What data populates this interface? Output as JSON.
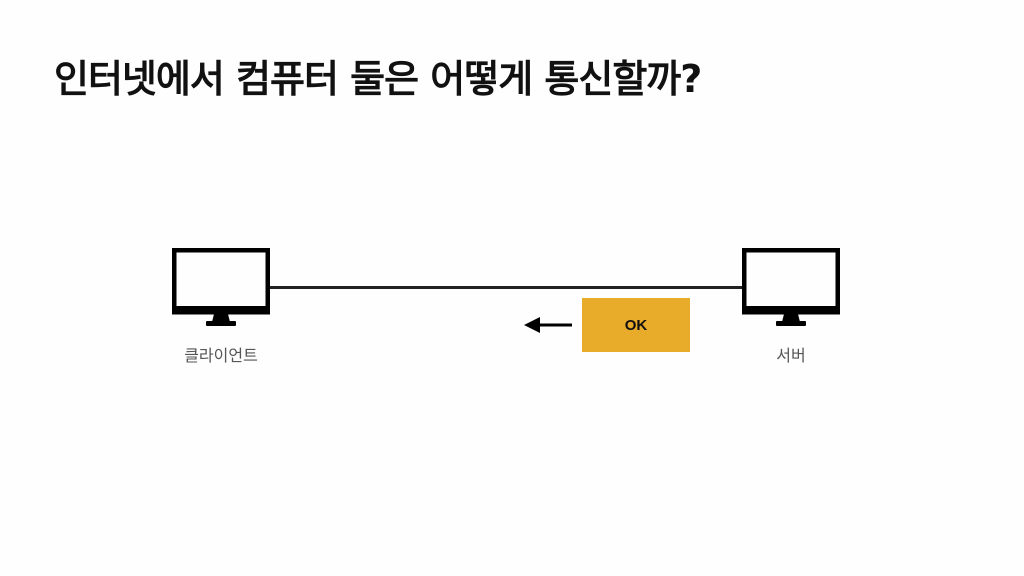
{
  "title": "인터넷에서 컴퓨터 둘은 어떻게 통신할까?",
  "client": {
    "label": "클라이언트",
    "icon": "monitor-icon"
  },
  "server": {
    "label": "서버",
    "icon": "monitor-icon"
  },
  "message": {
    "text": "OK",
    "color": "#e8ab2a",
    "direction": "server-to-client"
  }
}
